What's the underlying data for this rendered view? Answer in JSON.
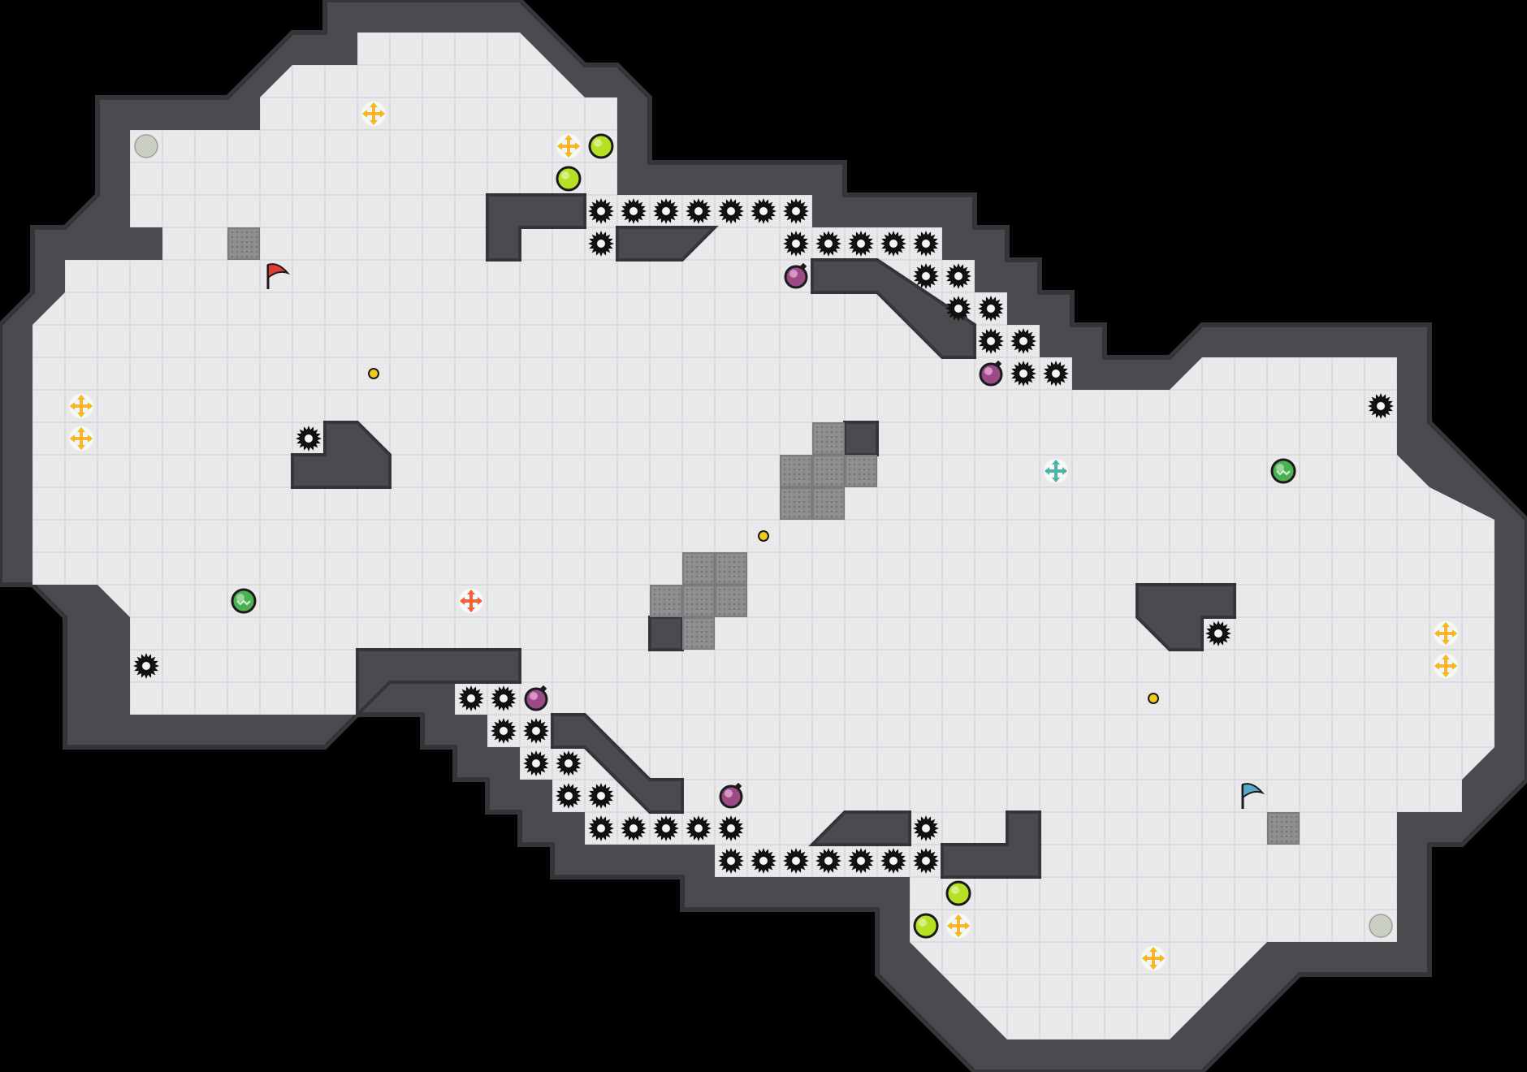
{
  "map": {
    "title": "",
    "grid": {
      "cols": 47,
      "rows": 33
    },
    "colors": {
      "void": "#000000",
      "wall": "#4a4a4f",
      "wall_edge": "#353539",
      "floor": "#e9e9eb",
      "floor_line": "#d6d6da",
      "metal": "#8f8f92",
      "spike": "#111111",
      "flag_red": "#e23a3a",
      "flag_blue": "#55a8c8",
      "orb_lime": "#b7e023",
      "orb_green": "#4caf50",
      "orb_purple": "#9c4a86",
      "arrow_yellow": "#f4b82a",
      "arrow_orange": "#f0623c",
      "arrow_teal": "#4fb3a8",
      "coin": "#f5c518",
      "pad_grey": "#c9cfc4"
    },
    "teams": [
      {
        "name": "red",
        "icon": "red-flag-icon"
      },
      {
        "name": "blue",
        "icon": "blue-flag-icon"
      }
    ],
    "tile_types": [
      "floor",
      "wall",
      "spike",
      "metal-grate",
      "boost",
      "bomb",
      "powerup",
      "flag",
      "coin"
    ]
  }
}
